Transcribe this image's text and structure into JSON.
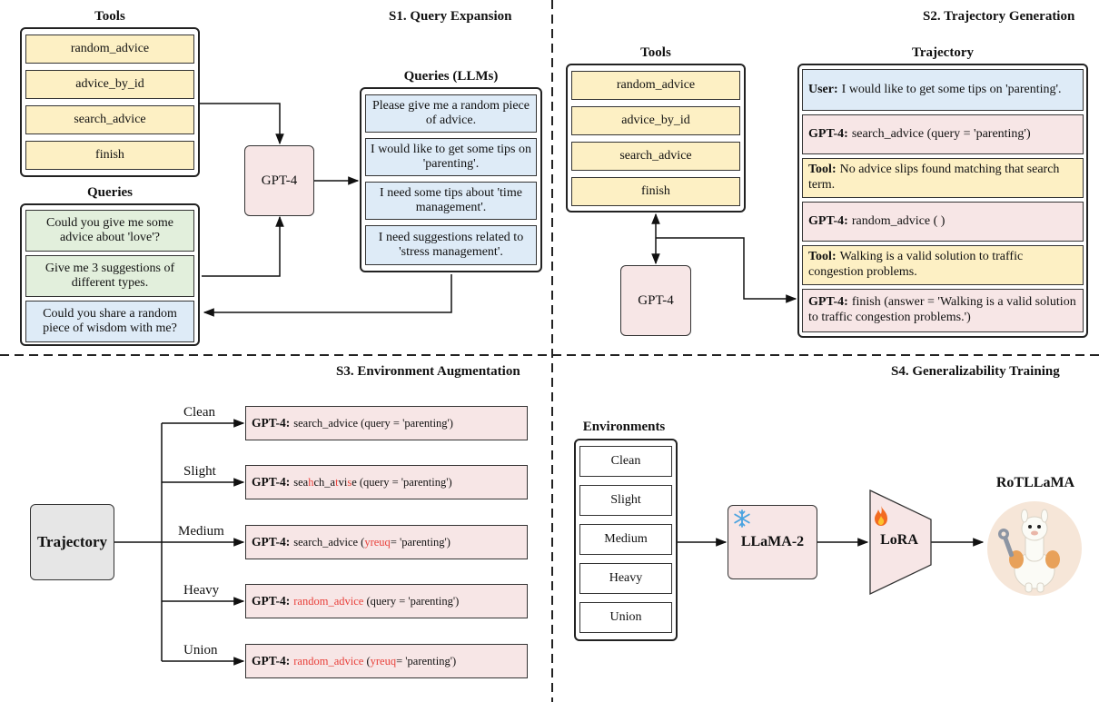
{
  "sections": {
    "s1": "S1. Query Expansion",
    "s2": "S2. Trajectory Generation",
    "s3": "S3. Environment Augmentation",
    "s4": "S4. Generalizability Training"
  },
  "s1": {
    "tools_title": "Tools",
    "tools": [
      "random_advice",
      "advice_by_id",
      "search_advice",
      "finish"
    ],
    "queries_title": "Queries",
    "queries": [
      "Could you give me some advice about 'love'?",
      "Give me 3 suggestions of different types.",
      "Could you share a random piece of wisdom with me?"
    ],
    "model": "GPT-4",
    "llm_queries_title": "Queries (LLMs)",
    "llm_queries": [
      "Please give me a random piece of advice.",
      "I would like to get some tips on 'parenting'.",
      "I need some tips about 'time management'.",
      "I need suggestions related to 'stress management'."
    ]
  },
  "s2": {
    "tools_title": "Tools",
    "tools": [
      "random_advice",
      "advice_by_id",
      "search_advice",
      "finish"
    ],
    "model": "GPT-4",
    "trajectory_title": "Trajectory",
    "steps": [
      {
        "role": "User:",
        "text": "I would like to get some tips on 'parenting'."
      },
      {
        "role": "GPT-4:",
        "text": "search_advice (query = 'parenting')"
      },
      {
        "role": "Tool:",
        "text": "No advice slips found matching that search term."
      },
      {
        "role": "GPT-4:",
        "text": "random_advice ( )"
      },
      {
        "role": "Tool:",
        "text": "Walking is a valid solution to traffic congestion problems."
      },
      {
        "role": "GPT-4:",
        "text": "finish (answer = 'Walking is a valid solution to traffic congestion problems.')"
      }
    ]
  },
  "s3": {
    "source": "Trajectory",
    "prefix": "GPT-4:",
    "levels": [
      {
        "name": "Clean",
        "parts": [
          {
            "t": "search_advice (query = 'parenting')",
            "red": false
          }
        ]
      },
      {
        "name": "Slight",
        "parts": [
          {
            "t": "sea",
            "red": false
          },
          {
            "t": "h",
            "red": true
          },
          {
            "t": "ch_a",
            "red": false
          },
          {
            "t": "t",
            "red": true
          },
          {
            "t": "vi",
            "red": false
          },
          {
            "t": "s",
            "red": true
          },
          {
            "t": "e (query = 'parenting')",
            "red": false
          }
        ]
      },
      {
        "name": "Medium",
        "parts": [
          {
            "t": "search_advice (",
            "red": false
          },
          {
            "t": "yreuq",
            "red": true
          },
          {
            "t": "= 'parenting')",
            "red": false
          }
        ]
      },
      {
        "name": "Heavy",
        "parts": [
          {
            "t": "random_advice",
            "red": true
          },
          {
            "t": " (query = 'parenting')",
            "red": false
          }
        ]
      },
      {
        "name": "Union",
        "parts": [
          {
            "t": "random_advice",
            "red": true
          },
          {
            "t": " (",
            "red": false
          },
          {
            "t": "yreuq",
            "red": true
          },
          {
            "t": "= 'parenting')",
            "red": false
          }
        ]
      }
    ]
  },
  "s4": {
    "env_title": "Environments",
    "environments": [
      "Clean",
      "Slight",
      "Medium",
      "Heavy",
      "Union"
    ],
    "base_model": "LLaMA-2",
    "adapter": "LoRA",
    "output_model": "RoTLLaMA",
    "icons": [
      "snowflake-icon",
      "fire-icon",
      "llama-mascot"
    ]
  }
}
